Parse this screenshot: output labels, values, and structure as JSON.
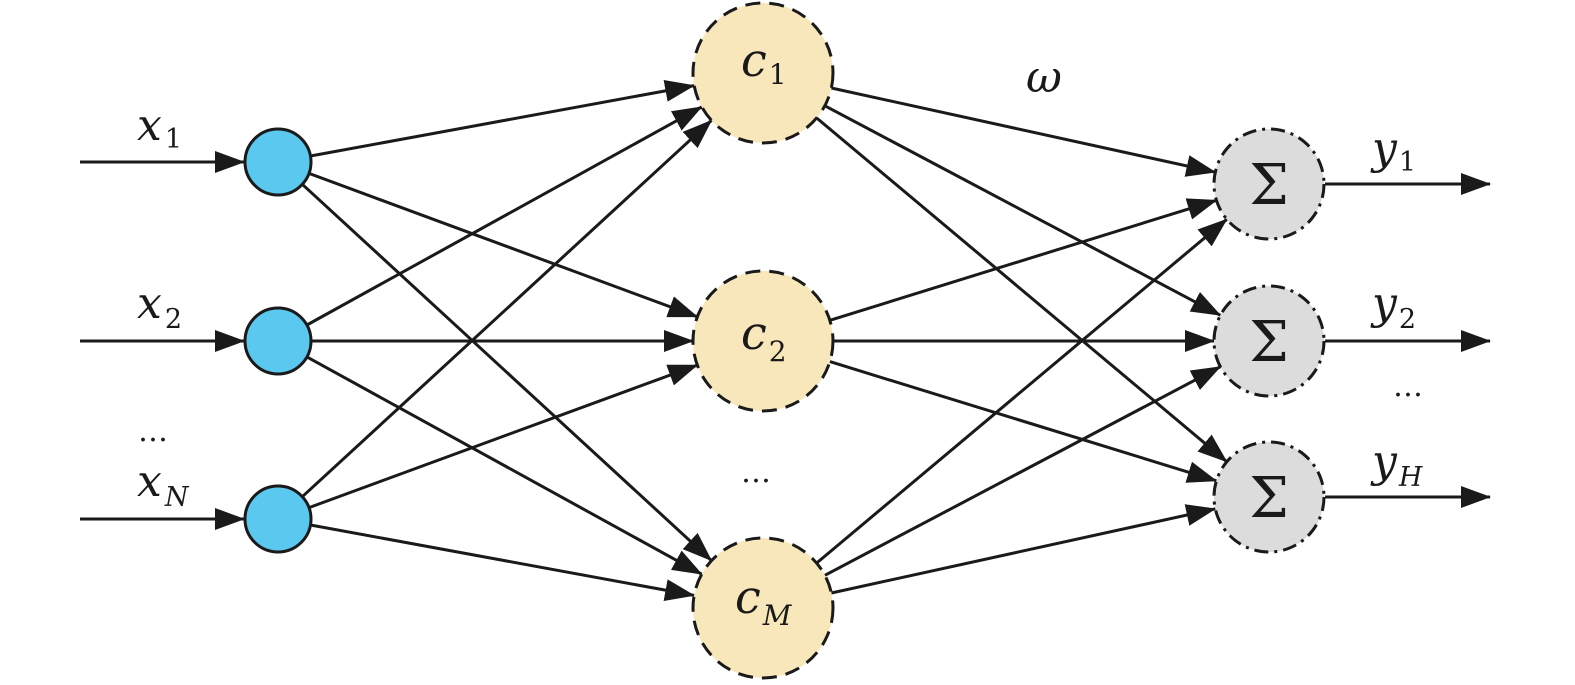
{
  "input_labels": [
    {
      "main": "x",
      "sub": "1"
    },
    {
      "main": "x",
      "sub": "2"
    },
    {
      "main": "x",
      "sub": "N"
    }
  ],
  "hidden_labels": [
    {
      "main": "c",
      "sub": "1"
    },
    {
      "main": "c",
      "sub": "2"
    },
    {
      "main": "c",
      "sub": "M"
    }
  ],
  "output_labels": [
    {
      "main": "y",
      "sub": "1"
    },
    {
      "main": "y",
      "sub": "2"
    },
    {
      "main": "y",
      "sub": "H"
    }
  ],
  "sum_symbol": "Σ",
  "weight_label": "ω",
  "ellipsis": "…",
  "colors": {
    "input_fill": "#5bc8f0",
    "hidden_fill": "#f8e7ba",
    "output_fill": "#dcdcdc",
    "stroke": "#1a1a1a"
  }
}
